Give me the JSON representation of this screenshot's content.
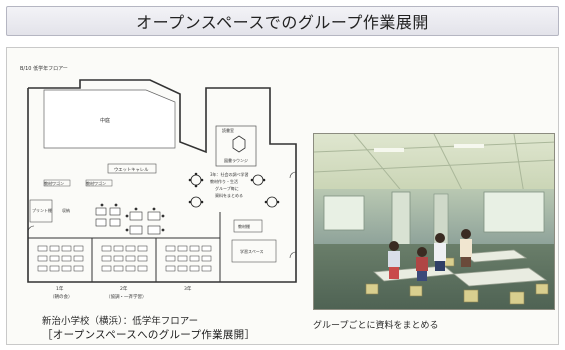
{
  "title": "オープンスペースでのグループ作業展開",
  "floor_plan": {
    "header": "B/10 低学年フロアー",
    "labels": {
      "central_yard": "中庭",
      "wet_corner": "ウエットキャレル",
      "teacher_wagon_1": "教材ワゴン",
      "teacher_wagon_2": "教材ワゴン",
      "print": "プリント棚",
      "storage": "収納",
      "reading": "読書室",
      "library_lounge": "図書ラウンジ",
      "grade3_group": "3年：社会の調べ学習",
      "grade3_material": "教材作り・生活",
      "group_work": "グループ毎に",
      "group_summary": "資料をまとめる",
      "teacher_space": "教材棚",
      "desk_space": "学習スペース",
      "class_1": "1年",
      "class_2": "2年",
      "class_3": "3年",
      "open_space": "（朝の会）",
      "corridor": "（協調・一斉学習）"
    },
    "caption_line1": "新治小学校（横浜）：低学年フロアー",
    "caption_line2": "［オープンスペースへのグループ作業展開］"
  },
  "photo": {
    "caption": "グループごとに資料をまとめる"
  }
}
